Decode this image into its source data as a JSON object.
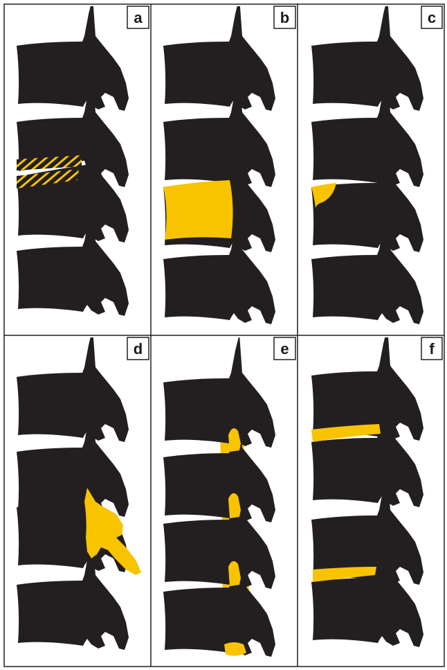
{
  "figure": {
    "colors": {
      "vertebra": "#231f20",
      "highlight": "#f8c300",
      "border": "#231f20",
      "background": "#ffffff"
    },
    "panels": [
      {
        "id": "a",
        "label": "a",
        "highlight": "hatched-fracture-lines"
      },
      {
        "id": "b",
        "label": "b",
        "highlight": "whole-vertebral-body"
      },
      {
        "id": "c",
        "label": "c",
        "highlight": "anterior-superior-corner"
      },
      {
        "id": "d",
        "label": "d",
        "highlight": "posterior-element"
      },
      {
        "id": "e",
        "label": "e",
        "highlight": "posterior-longitudinal-column"
      },
      {
        "id": "f",
        "label": "f",
        "highlight": "endplates"
      }
    ]
  }
}
